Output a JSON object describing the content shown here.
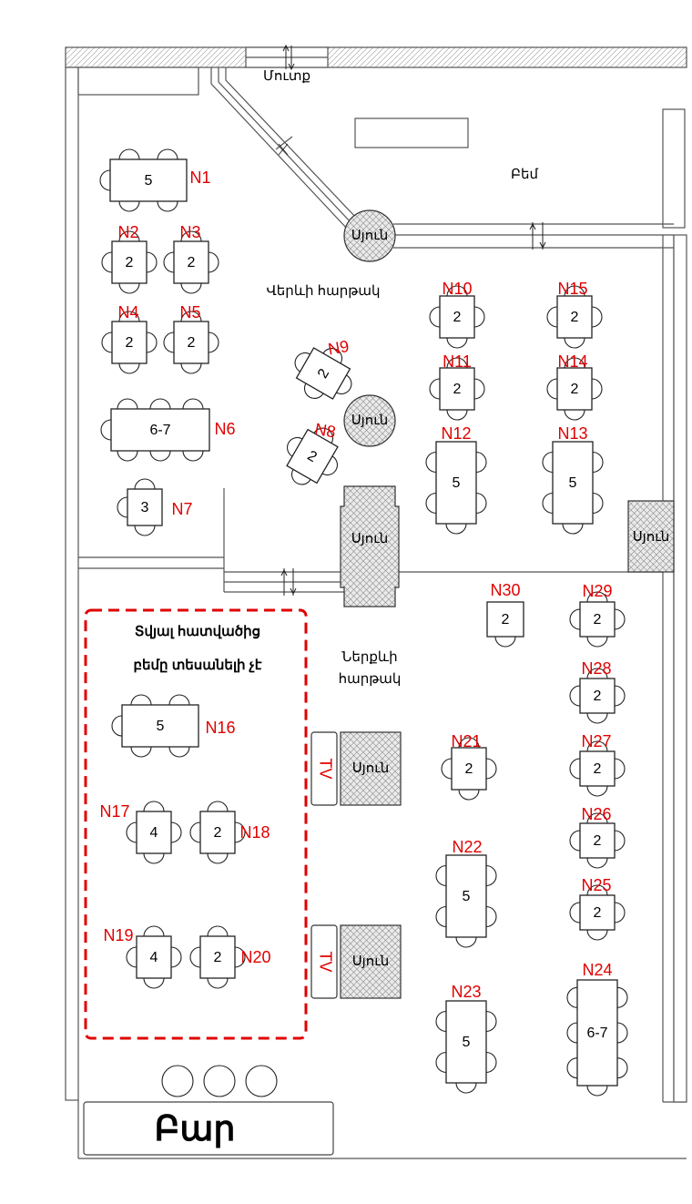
{
  "entrance_label": "Մուտք",
  "stage_label": "Բեմ",
  "upper_hall_label": "Վերևի հարթակ",
  "lower_hall_label": [
    "Ներքևի",
    "հարթակ"
  ],
  "column_label": "Սյուն",
  "tv_label": "TV",
  "bar_label": "Բար",
  "no_view_note": [
    "Տվյալ հատվածից",
    "բեմը տեսանելի չէ"
  ],
  "tables": {
    "N1": {
      "id": "N1",
      "seats": "5"
    },
    "N2": {
      "id": "N2",
      "seats": "2"
    },
    "N3": {
      "id": "N3",
      "seats": "2"
    },
    "N4": {
      "id": "N4",
      "seats": "2"
    },
    "N5": {
      "id": "N5",
      "seats": "2"
    },
    "N6": {
      "id": "N6",
      "seats": "6-7"
    },
    "N7": {
      "id": "N7",
      "seats": "3"
    },
    "N8": {
      "id": "N8",
      "seats": "2"
    },
    "N9": {
      "id": "N9",
      "seats": "2"
    },
    "N10": {
      "id": "N10",
      "seats": "2"
    },
    "N11": {
      "id": "N11",
      "seats": "2"
    },
    "N12": {
      "id": "N12",
      "seats": "5"
    },
    "N13": {
      "id": "N13",
      "seats": "5"
    },
    "N14": {
      "id": "N14",
      "seats": "2"
    },
    "N15": {
      "id": "N15",
      "seats": "2"
    },
    "N16": {
      "id": "N16",
      "seats": "5"
    },
    "N17": {
      "id": "N17",
      "seats": "4"
    },
    "N18": {
      "id": "N18",
      "seats": "2"
    },
    "N19": {
      "id": "N19",
      "seats": "4"
    },
    "N20": {
      "id": "N20",
      "seats": "2"
    },
    "N21": {
      "id": "N21",
      "seats": "2"
    },
    "N22": {
      "id": "N22",
      "seats": "5"
    },
    "N23": {
      "id": "N23",
      "seats": "5"
    },
    "N24": {
      "id": "N24",
      "seats": "6-7"
    },
    "N25": {
      "id": "N25",
      "seats": "2"
    },
    "N26": {
      "id": "N26",
      "seats": "2"
    },
    "N27": {
      "id": "N27",
      "seats": "2"
    },
    "N28": {
      "id": "N28",
      "seats": "2"
    },
    "N29": {
      "id": "N29",
      "seats": "2"
    },
    "N30": {
      "id": "N30",
      "seats": "2"
    }
  },
  "colors": {
    "label": "#e00000",
    "dashed_zone": "#e00000",
    "walls": "#555555"
  }
}
